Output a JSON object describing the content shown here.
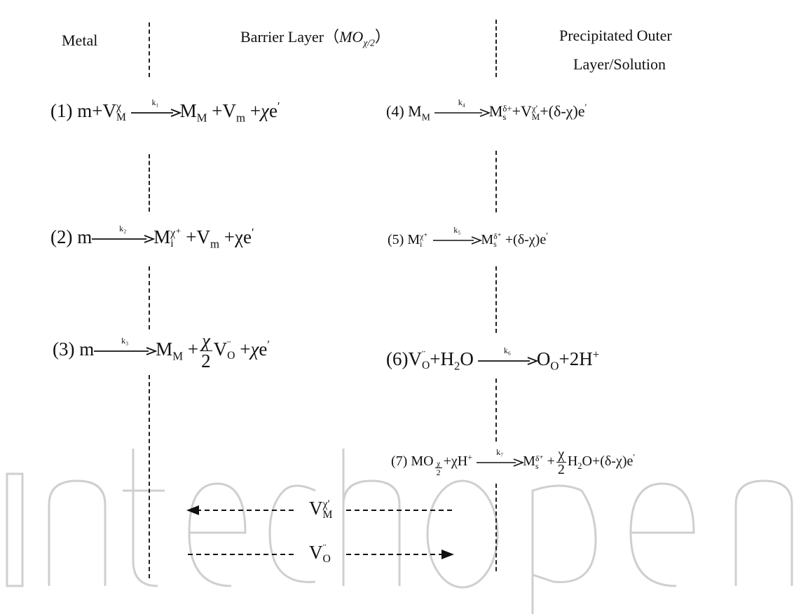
{
  "headers": {
    "metal": "Metal",
    "barrier_prefix": "Barrier Layer（",
    "barrier_formula": "MO",
    "barrier_subscript": "χ/2",
    "barrier_suffix": "）",
    "outer_line1": "Precipitated Outer",
    "outer_line2": "Layer/Solution"
  },
  "reactions": {
    "r1": {
      "number": "(1)",
      "k": "k₁"
    },
    "r2": {
      "number": "(2)",
      "k": "k₂"
    },
    "r3": {
      "number": "(3)",
      "k": "k₃"
    },
    "r4": {
      "number": "(4)",
      "k": "k₄"
    },
    "r5": {
      "number": "(5)",
      "k": "k₅"
    },
    "r6": {
      "number": "(6)",
      "k": "k₆"
    },
    "r7": {
      "number": "(7)",
      "k": "k₇"
    }
  },
  "transport": {
    "cation_vacancy": {
      "base": "V",
      "sub": "M",
      "sup": "χ′",
      "direction": "left"
    },
    "oxygen_vacancy": {
      "base": "V",
      "sub": "O",
      "sup": "¨",
      "direction": "right"
    }
  },
  "watermark": {
    "text": "IntechOpen",
    "color": "#c8c8c8"
  }
}
